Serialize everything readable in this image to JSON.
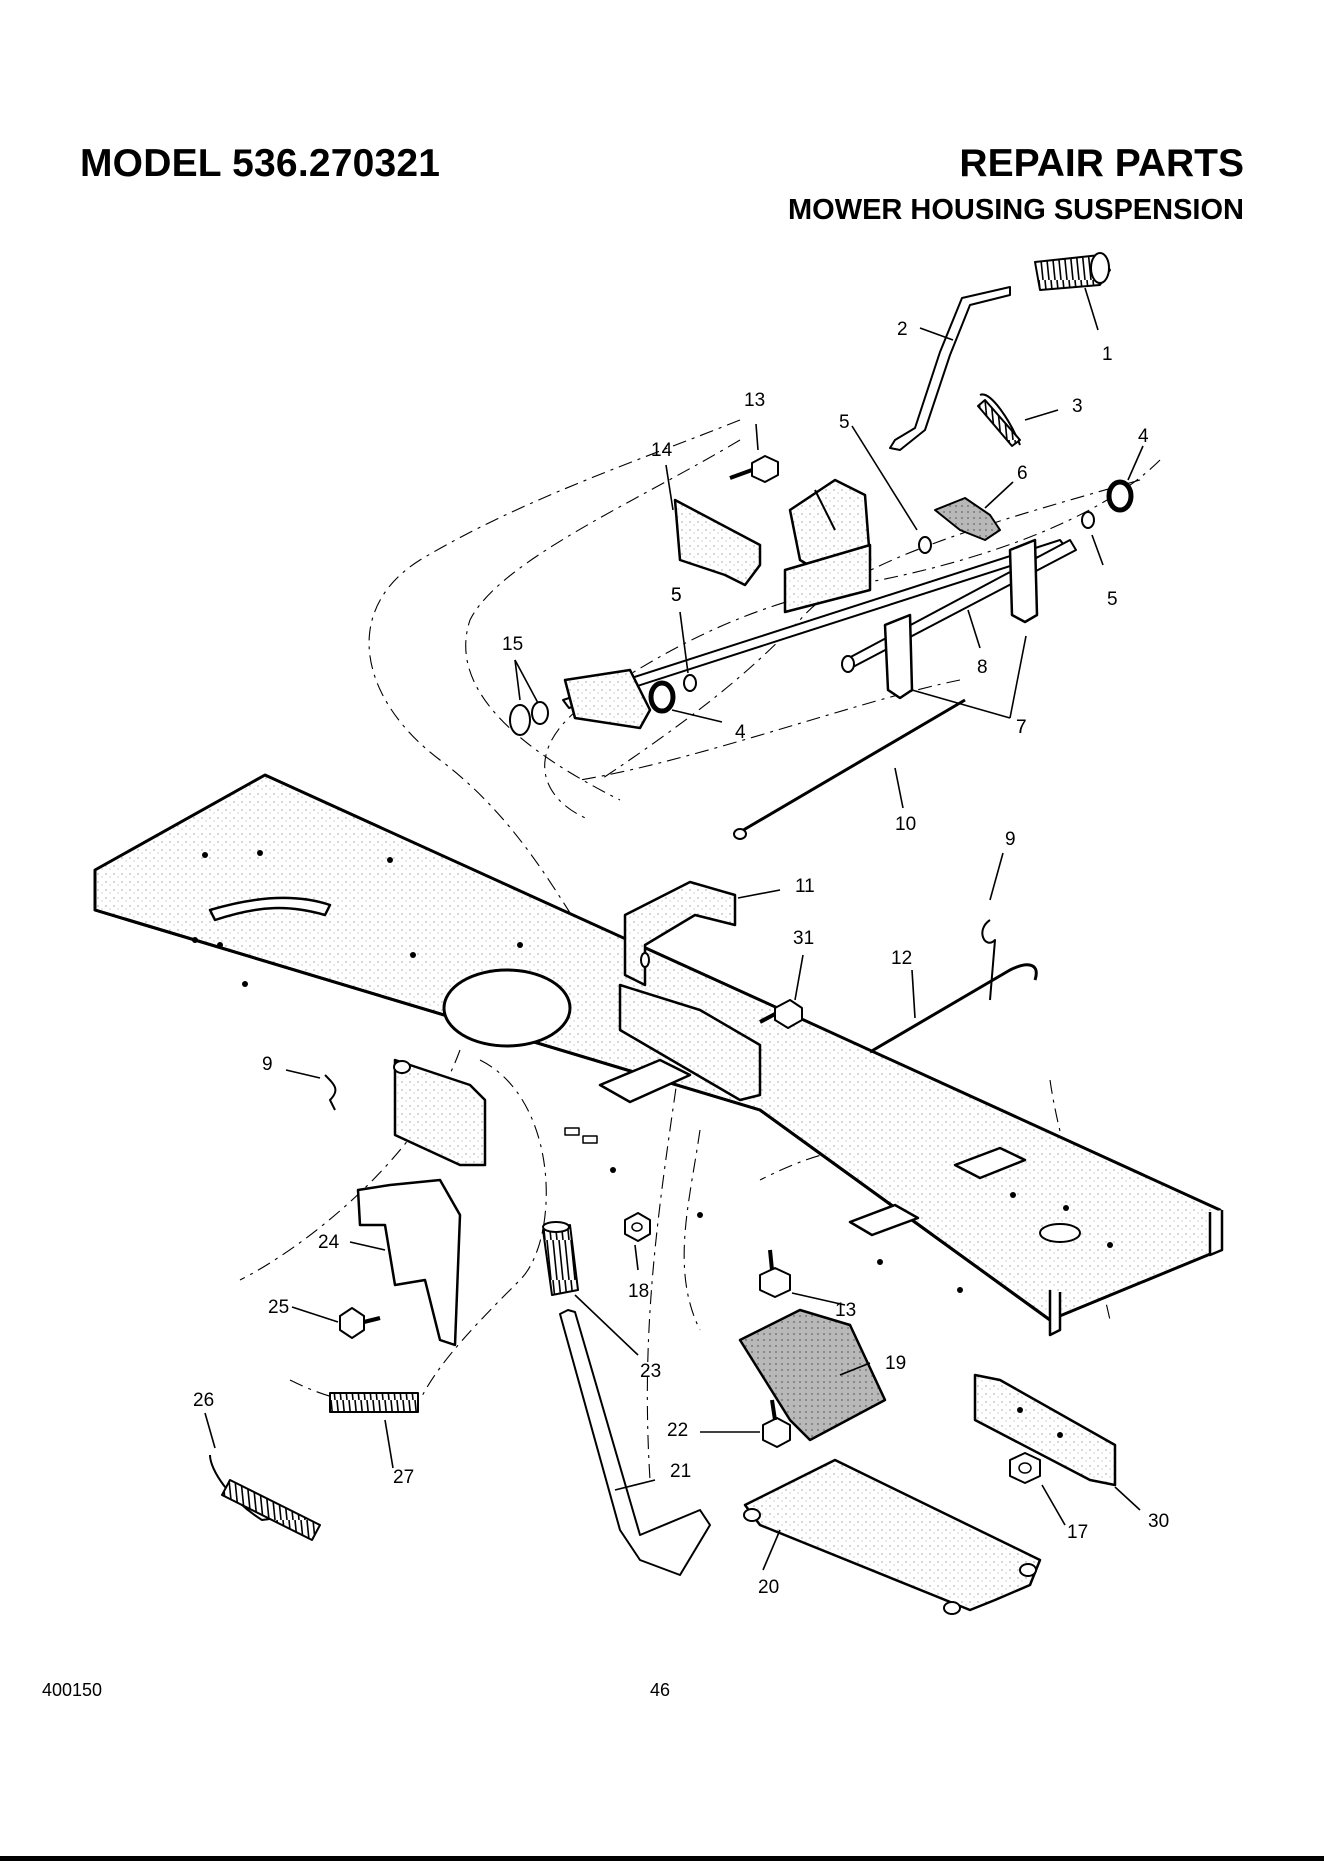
{
  "header": {
    "model": "MODEL 536.270321",
    "repair": "REPAIR PARTS",
    "section": "MOWER HOUSING SUSPENSION"
  },
  "callouts": [
    "1",
    "2",
    "3",
    "4",
    "5",
    "6",
    "5",
    "5",
    "14",
    "13",
    "15",
    "5",
    "4",
    "8",
    "7",
    "7",
    "10",
    "9",
    "11",
    "31",
    "12",
    "9",
    "24",
    "25",
    "18",
    "13",
    "19",
    "23",
    "26",
    "27",
    "22",
    "21",
    "17",
    "30",
    "20"
  ],
  "footer": {
    "doc_number": "400150",
    "page_number": "46"
  }
}
